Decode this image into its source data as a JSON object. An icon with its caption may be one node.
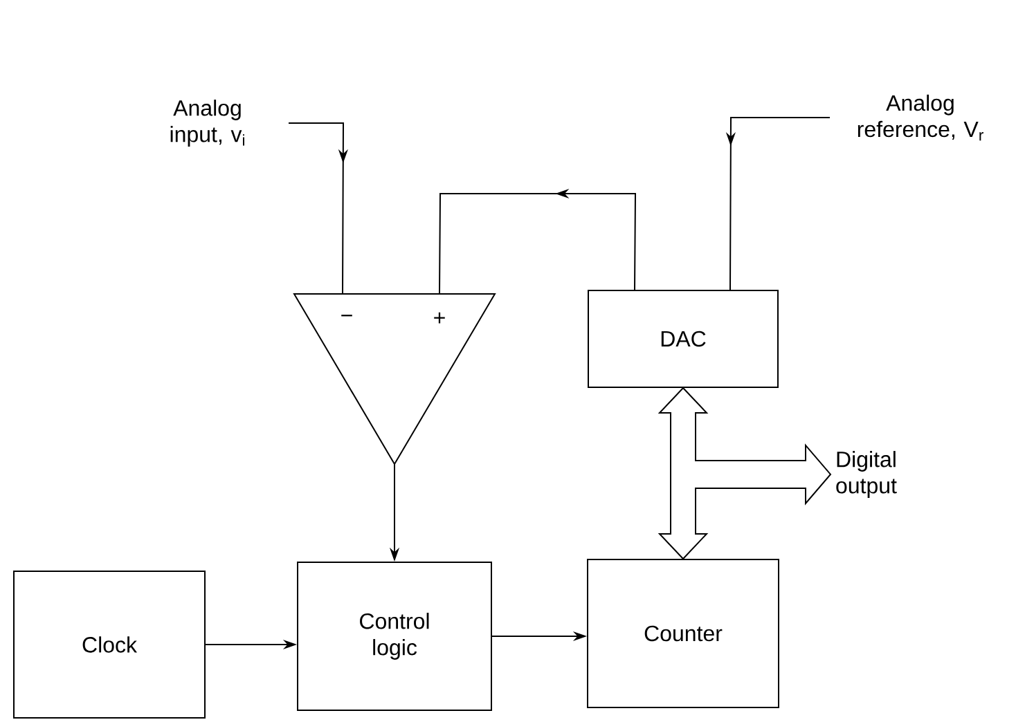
{
  "diagram": {
    "nodes": [
      {
        "text": [
          "Analog input, v$_{i}$"
        ]
      },
      {
        "text": [
          "−",
          "+"
        ]
      },
      {
        "text": [
          "Analog reference, V$_{r}$"
        ]
      },
      {
        "text": [
          "DAC"
        ]
      },
      {
        "text": [
          "Digital output"
        ]
      },
      {
        "text": [
          "Clock"
        ]
      },
      {
        "text": [
          "Control logic"
        ]
      },
      {
        "text": [
          "Counter"
        ]
      }
    ],
    "edges": [
      {
        "from": 0,
        "to": 1,
        "arrow": "to"
      },
      {
        "from": 3,
        "to": 1,
        "arrow": "to"
      },
      {
        "from": 2,
        "to": 3,
        "arrow": "to"
      },
      {
        "from": 1,
        "to": 6,
        "arrow": "to"
      },
      {
        "from": 5,
        "to": 6,
        "arrow": "to"
      },
      {
        "from": 6,
        "to": 7,
        "arrow": "to"
      },
      {
        "from": 3,
        "to": 7,
        "arrow": "both",
        "style": "thick"
      },
      {
        "from": 3,
        "to": 4,
        "arrow": "to",
        "style": "thick"
      },
      {
        "from": 7,
        "to": 4,
        "arrow": "to",
        "style": "thick"
      }
    ]
  }
}
